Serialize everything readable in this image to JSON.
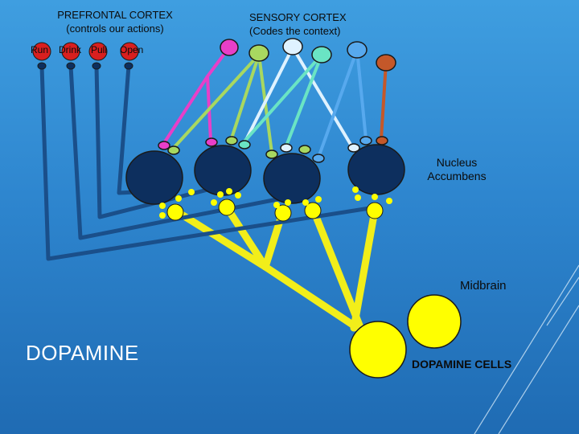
{
  "labels": {
    "prefrontal_line1": "PREFRONTAL CORTEX",
    "prefrontal_line2": "(controls our actions)",
    "sensory_line1": "SENSORY CORTEX",
    "sensory_line2": "(Codes the context)",
    "nucleus_line1": "Nucleus",
    "nucleus_line2": "Accumbens",
    "midbrain": "Midbrain",
    "dopamine": "DOPAMINE",
    "dopamine_cells": "DOPAMINE CELLS"
  },
  "actions": [
    "Run",
    "Drink",
    "Pull",
    "Open"
  ],
  "icons": {
    "corner_decoration": "diagonal-lines-decoration"
  },
  "colors": {
    "background_top": "#3f9ee0",
    "background_bottom": "#1f6bb3",
    "action_neuron": "#d81f1f",
    "pfc_axon": "#1a4f8a",
    "nacc_neuron": "#0d2f5e",
    "dopamine": "#ffff00",
    "sensory_magenta": "#e83fc8",
    "sensory_green": "#a8d860",
    "sensory_white": "#dff2ff",
    "sensory_aqua": "#6ae4c4",
    "sensory_blue": "#57a9ee",
    "sensory_orange": "#c4582a"
  }
}
